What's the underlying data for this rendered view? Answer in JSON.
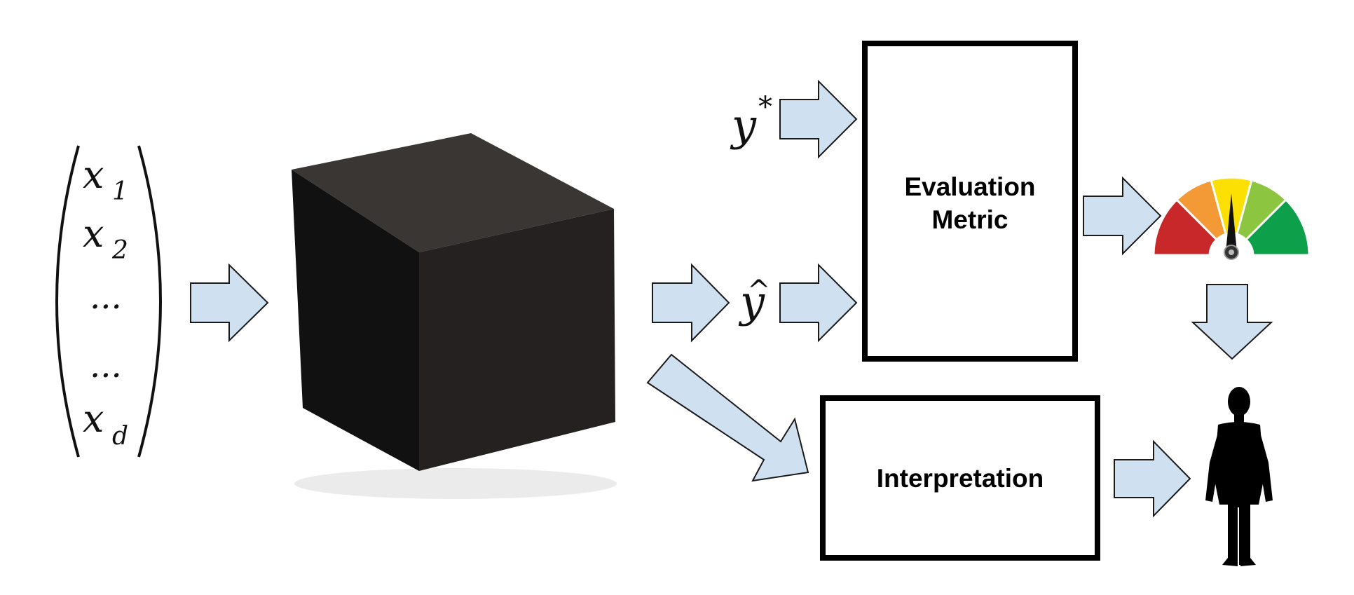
{
  "input_vector": {
    "entries": [
      {
        "var": "x",
        "sub": "1"
      },
      {
        "var": "x",
        "sub": "2"
      },
      {
        "var": "...",
        "sub": ""
      },
      {
        "var": "...",
        "sub": ""
      },
      {
        "var": "x",
        "sub": "d"
      }
    ]
  },
  "ground_truth_label": {
    "var": "y",
    "sup": "*"
  },
  "prediction_label": {
    "var": "y",
    "accent": "^"
  },
  "evaluation_box": {
    "line1": "Evaluation",
    "line2": "Metric"
  },
  "interpretation_box": {
    "label": "Interpretation"
  },
  "colors": {
    "arrow_fill": "#cfe0f1",
    "cube_front": "#242120",
    "gauge_red": "#c8282a",
    "gauge_orange": "#f39a36",
    "gauge_yellow": "#fde003",
    "gauge_lightgreen": "#8cc540",
    "gauge_green": "#0e9f4a"
  },
  "icons": {
    "black_box": "black-box-cube-icon",
    "gauge": "gauge-meter-icon",
    "person": "human-silhouette-icon"
  }
}
